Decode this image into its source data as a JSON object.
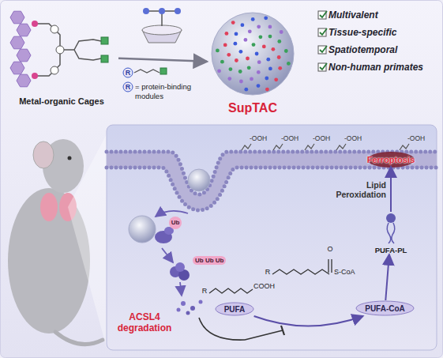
{
  "diagram": {
    "nodes": [
      {
        "text": [
          "Metal-organic Cages"
        ]
      },
      {
        "text": [
          "SupTAC"
        ]
      },
      {
        "text": [
          "Ferroptosis"
        ]
      },
      {
        "text": [
          "PUFA-PL"
        ]
      },
      {
        "text": [
          "PUFA-CoA"
        ]
      },
      {
        "text": [
          "PUFA"
        ]
      }
    ],
    "edges": [
      {
        "from": 0,
        "to": 1,
        "arrow": "to"
      },
      {
        "from": 5,
        "to": 4,
        "arrow": "to"
      },
      {
        "from": 4,
        "to": 3,
        "arrow": "to"
      },
      {
        "from": 3,
        "to": 2,
        "arrow": "to",
        "label": "Lipid Peroxidation"
      }
    ],
    "labels": [
      "R",
      "R",
      "= protein-binding modules",
      "Multivalent",
      "Tissue-specific",
      "Spatiotemporal",
      "Non-human primates",
      "Ub",
      "Ub Ub Ub",
      "ACSL4 degradation",
      "-OOH",
      "-OOH",
      "-OOH",
      "-OOH",
      "-OOH",
      "O",
      "S-CoA",
      "R",
      "COOH",
      "R"
    ]
  }
}
